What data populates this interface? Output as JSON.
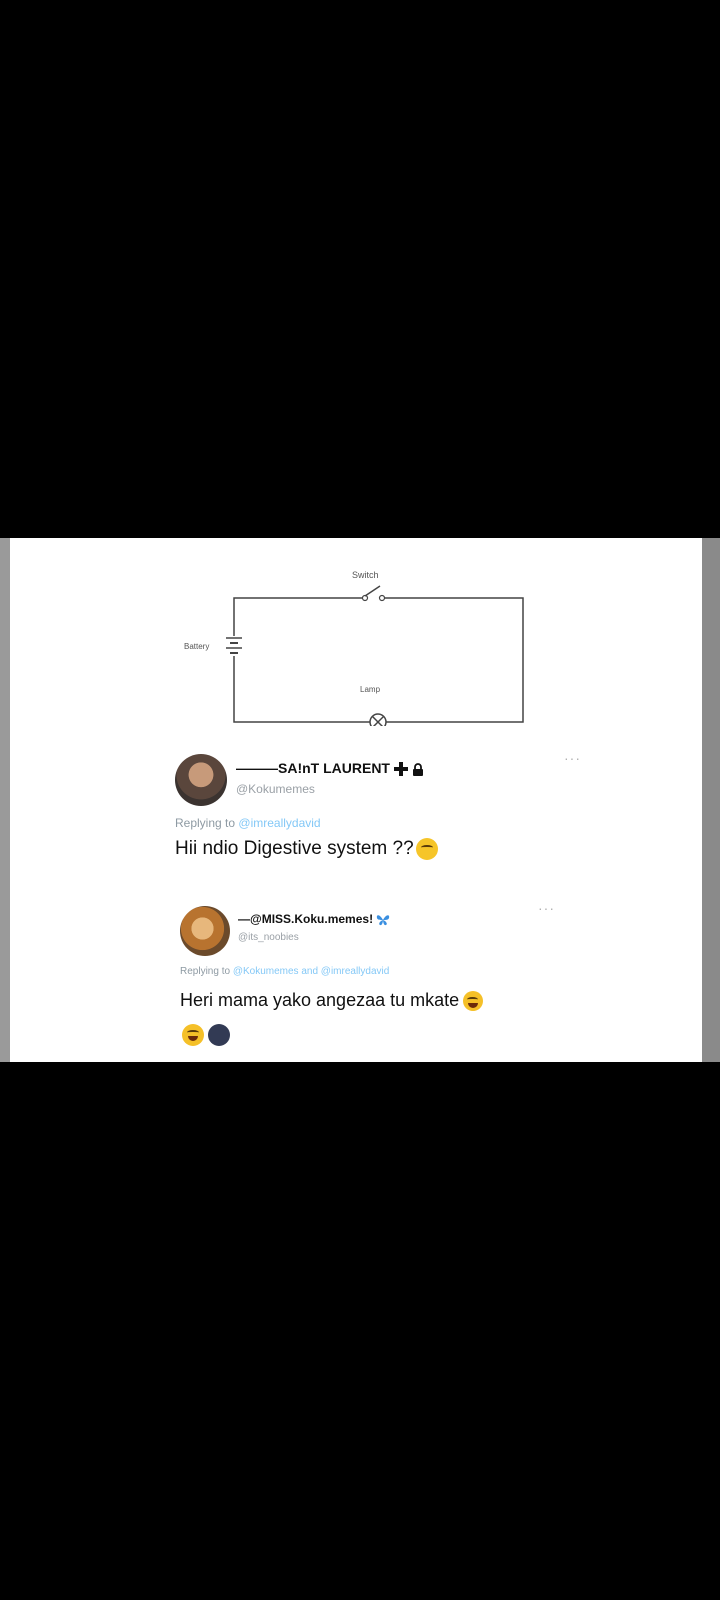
{
  "circuit": {
    "switch_label": "Switch",
    "battery_label": "Battery",
    "lamp_label": "Lamp"
  },
  "tweet1": {
    "display_name": "———SA!nT LAURENT",
    "handle": "@Kokumemes",
    "replying_prefix": "Replying to",
    "replying_to": "@imreallydavid",
    "text": "Hii ndio Digestive system ??",
    "more": "···"
  },
  "tweet2": {
    "display_name": "—@MISS.Koku.memes!",
    "handle": "@its_noobies",
    "replying_prefix": "Replying to",
    "replying_to_1": "@Kokumemes",
    "replying_and": "and",
    "replying_to_2": "@imreallydavid",
    "text": "Heri mama yako angezaa tu mkate",
    "more": "···"
  },
  "colors": {
    "background": "#000000",
    "card": "#ffffff",
    "mention": "#1d9bf0",
    "butterfly": "#3a8fe0"
  },
  "icons": [
    "plus-icon",
    "lock-icon",
    "butterfly-icon",
    "thinking-emoji-icon",
    "laughing-emoji-icon"
  ]
}
